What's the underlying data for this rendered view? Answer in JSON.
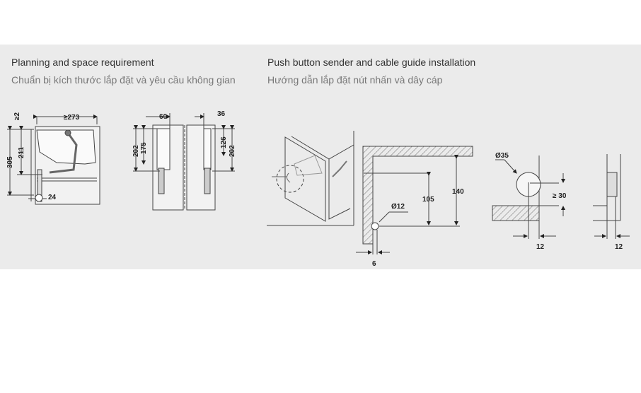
{
  "left_section": {
    "title": "Planning and space requirement",
    "subtitle": "Chuẩn bị kích thước lắp đặt và yêu cầu không gian",
    "dims": {
      "gap": "≥2",
      "width": "≥273",
      "height_total": "305",
      "height_arm": "211",
      "offset": "24",
      "left_top": "60",
      "right_top": "36",
      "left_outer": "202",
      "left_inner": "175",
      "right_inner": "126",
      "right_outer": "202"
    }
  },
  "right_section": {
    "title": "Push button sender and cable guide installation",
    "subtitle": "Hướng dẫn lắp đặt nút nhấn và dây cáp",
    "dims": {
      "hole_dia": "Ø12",
      "h105": "105",
      "h140": "140",
      "edge6": "6",
      "cup_dia": "Ø35",
      "min30": "≥ 30",
      "depth12a": "12",
      "depth12b": "12"
    }
  }
}
